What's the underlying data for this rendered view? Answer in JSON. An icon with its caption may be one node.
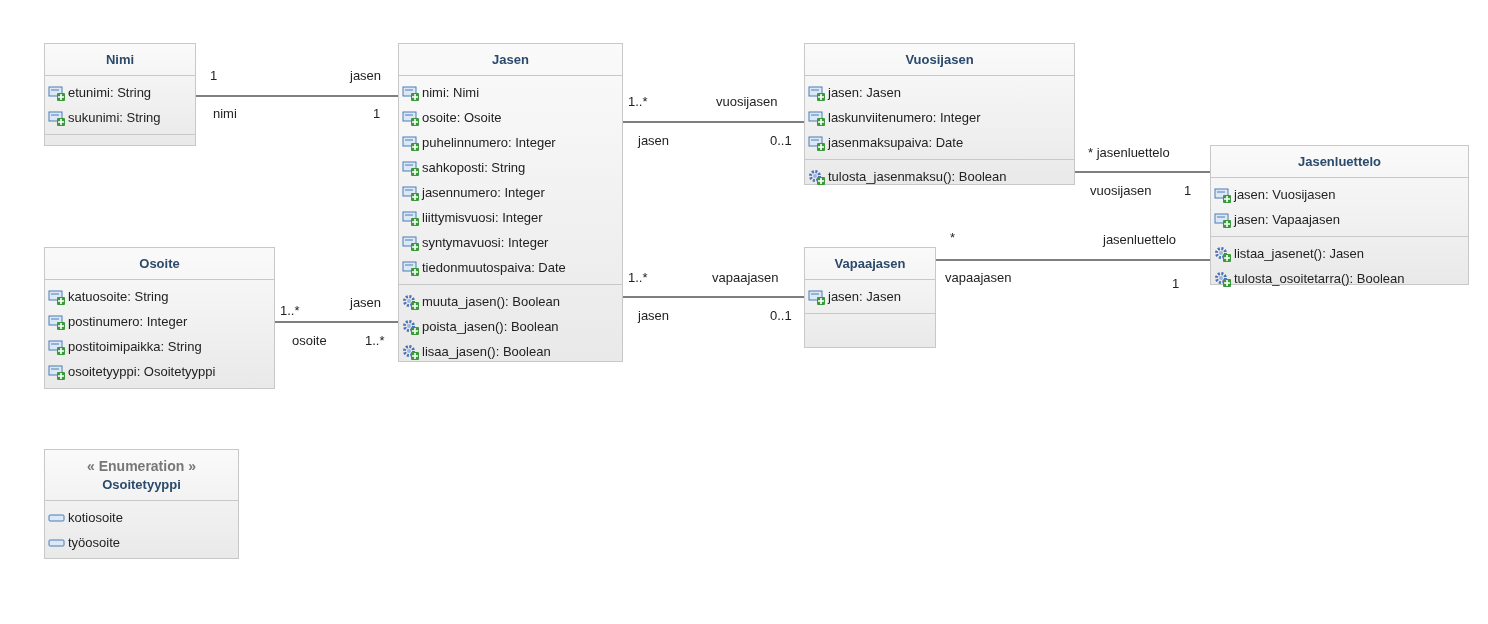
{
  "diagram": {
    "nodes": [
      {
        "text": [
          "Nimi",
          "etunimi: String",
          "sukunimi: String"
        ]
      },
      {
        "text": [
          "Jasen",
          "nimi: Nimi",
          "osoite: Osoite",
          "puhelinnumero: Integer",
          "sahkoposti: String",
          "jasennumero: Integer",
          "liittymisvuosi: Integer",
          "syntymavuosi: Integer",
          "tiedonmuutospaiva: Date",
          "muuta_jasen(): Boolean",
          "poista_jasen(): Boolean",
          "lisaa_jasen(): Boolean"
        ]
      },
      {
        "text": [
          "Vuosijasen",
          "jasen: Jasen",
          "laskunviitenumero: Integer",
          "jasenmaksupaiva: Date",
          "tulosta_jasenmaksu(): Boolean"
        ]
      },
      {
        "text": [
          "Jasenluettelo",
          "jasen: Vuosijasen",
          "jasen: Vapaajasen",
          "listaa_jasenet(): Jasen",
          "tulosta_osoitetarra(): Boolean"
        ]
      },
      {
        "text": [
          "Osoite",
          "katuosoite: String",
          "postinumero: Integer",
          "postitoimipaikka: String",
          "osoitetyyppi: Osoitetyyppi"
        ]
      },
      {
        "text": [
          "Vapaajasen",
          "jasen: Jasen"
        ]
      },
      {
        "text": [
          "« Enumeration »",
          "Osoitetyyppi",
          "kotiosoite",
          "työosoite"
        ]
      }
    ],
    "edges": [
      {
        "from": 0,
        "to": 1,
        "arrow": "none"
      },
      {
        "from": 1,
        "to": 2,
        "arrow": "none"
      },
      {
        "from": 2,
        "to": 3,
        "arrow": "none"
      },
      {
        "from": 5,
        "to": 3,
        "arrow": "none"
      },
      {
        "from": 1,
        "to": 5,
        "arrow": "none"
      },
      {
        "from": 4,
        "to": 1,
        "arrow": "none"
      }
    ],
    "labels": [
      "1",
      "jasen",
      "nimi",
      "1",
      "1..*",
      "vuosijasen",
      "jasen",
      "0..1",
      "* jasenluettelo",
      "vuosijasen",
      "1",
      "*",
      "jasenluettelo",
      "vapaajasen",
      "1",
      "1..*",
      "vapaajasen",
      "jasen",
      "0..1",
      "jasen",
      "1..*",
      "osoite",
      "1..*"
    ]
  }
}
